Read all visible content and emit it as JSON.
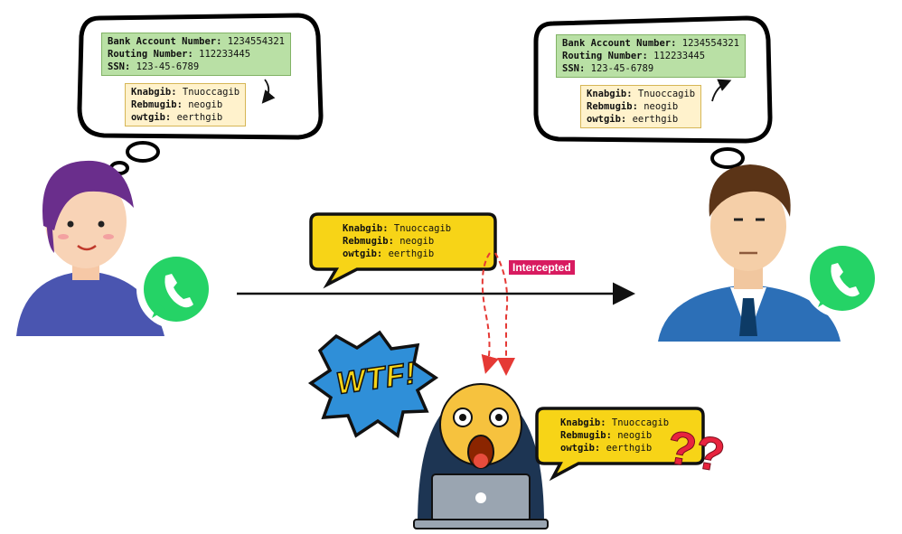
{
  "sender_thought": {
    "plain": {
      "account_label": "Bank Account Number:",
      "account_value": "1234554321",
      "routing_label": "Routing Number:",
      "routing_value": "112233445",
      "ssn_label": "SSN:",
      "ssn_value": "123-45-6789"
    },
    "cipher": {
      "l1_label": "Knabgib:",
      "l1_value": "Tnuoccagib",
      "l2_label": "Rebmugib:",
      "l2_value": "neogib",
      "l3_label": "owtgib:",
      "l3_value": "eerthgib"
    }
  },
  "receiver_thought": {
    "plain": {
      "account_label": "Bank Account Number:",
      "account_value": "1234554321",
      "routing_label": "Routing Number:",
      "routing_value": "112233445",
      "ssn_label": "SSN:",
      "ssn_value": "123-45-6789"
    },
    "cipher": {
      "l1_label": "Knabgib:",
      "l1_value": "Tnuoccagib",
      "l2_label": "Rebmugib:",
      "l2_value": "neogib",
      "l3_label": "owtgib:",
      "l3_value": "eerthgib"
    }
  },
  "message_bubble": {
    "l1_label": "Knabgib:",
    "l1_value": "Tnuoccagib",
    "l2_label": "Rebmugib:",
    "l2_value": "neogib",
    "l3_label": "owtgib:",
    "l3_value": "eerthgib"
  },
  "hacker_bubble": {
    "l1_label": "Knabgib:",
    "l1_value": "Tnuoccagib",
    "l2_label": "Rebmugib:",
    "l2_value": "neogib",
    "l3_label": "owtgib:",
    "l3_value": "eerthgib"
  },
  "intercepted_label": "Intercepted",
  "wtf_label": "WTF!",
  "question_marks": "??",
  "colors": {
    "yellow_bubble": "#f7d417",
    "whatsapp_green": "#25d366",
    "intercept_red": "#d81b60",
    "plain_green": "#b9e0a5",
    "cipher_yellow": "#fff2cc"
  },
  "icons": [
    "sender-avatar",
    "receiver-avatar",
    "whatsapp-icon",
    "hacker-icon",
    "laptop-icon",
    "thought-bubble-icon",
    "arrow-icon"
  ]
}
